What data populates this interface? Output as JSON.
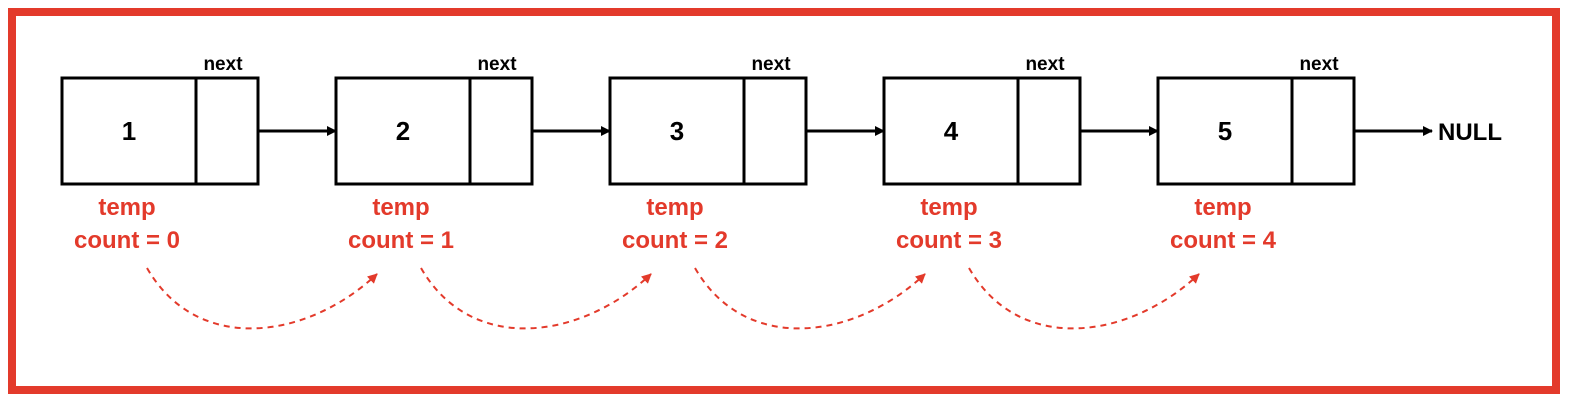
{
  "colors": {
    "frame": "#e33a2b",
    "accent": "#e33a2b",
    "ink": "#000000"
  },
  "nodes": [
    {
      "value": "1",
      "next_label": "next",
      "pointer_label": "temp",
      "count_label": "count = 0"
    },
    {
      "value": "2",
      "next_label": "next",
      "pointer_label": "temp",
      "count_label": "count = 1"
    },
    {
      "value": "3",
      "next_label": "next",
      "pointer_label": "temp",
      "count_label": "count = 2"
    },
    {
      "value": "4",
      "next_label": "next",
      "pointer_label": "temp",
      "count_label": "count = 3"
    },
    {
      "value": "5",
      "next_label": "next",
      "pointer_label": "temp",
      "count_label": "count = 4"
    }
  ],
  "terminal": "NULL"
}
